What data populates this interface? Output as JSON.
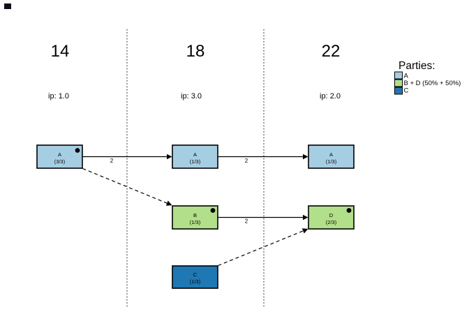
{
  "generations": [
    {
      "header": "14",
      "ip": "ip: 1.0"
    },
    {
      "header": "18",
      "ip": "ip: 3.0"
    },
    {
      "header": "22",
      "ip": "ip: 2.0"
    }
  ],
  "nodes": [
    {
      "id": "A-gen14",
      "label": "A",
      "fraction": "(3/3)",
      "fill": "#A6CEE3",
      "dot": true
    },
    {
      "id": "A-gen18",
      "label": "A",
      "fraction": "(1/3)",
      "fill": "#A6CEE3",
      "dot": false
    },
    {
      "id": "A-gen22",
      "label": "A",
      "fraction": "(1/3)",
      "fill": "#A6CEE3",
      "dot": false
    },
    {
      "id": "B-gen18",
      "label": "B",
      "fraction": "(1/3)",
      "fill": "#B2DF8A",
      "dot": true
    },
    {
      "id": "D-gen22",
      "label": "D",
      "fraction": "(2/3)",
      "fill": "#B2DF8A",
      "dot": true
    },
    {
      "id": "C-gen18",
      "label": "C",
      "fraction": "(1/3)",
      "fill": "#1F78B4",
      "dot": false
    }
  ],
  "edge_labels": {
    "a14_a18": "2",
    "a18_a22": "2",
    "b18_d22": "2"
  },
  "legend": {
    "title": "Parties:",
    "items": [
      {
        "label": "A",
        "color": "#A6CEE3"
      },
      {
        "label": "B + D (50% + 50%)",
        "color": "#B2DF8A"
      },
      {
        "label": "C",
        "color": "#1F78B4"
      }
    ]
  },
  "colors": {
    "line": "#000000",
    "background": "#FFFFFF"
  }
}
